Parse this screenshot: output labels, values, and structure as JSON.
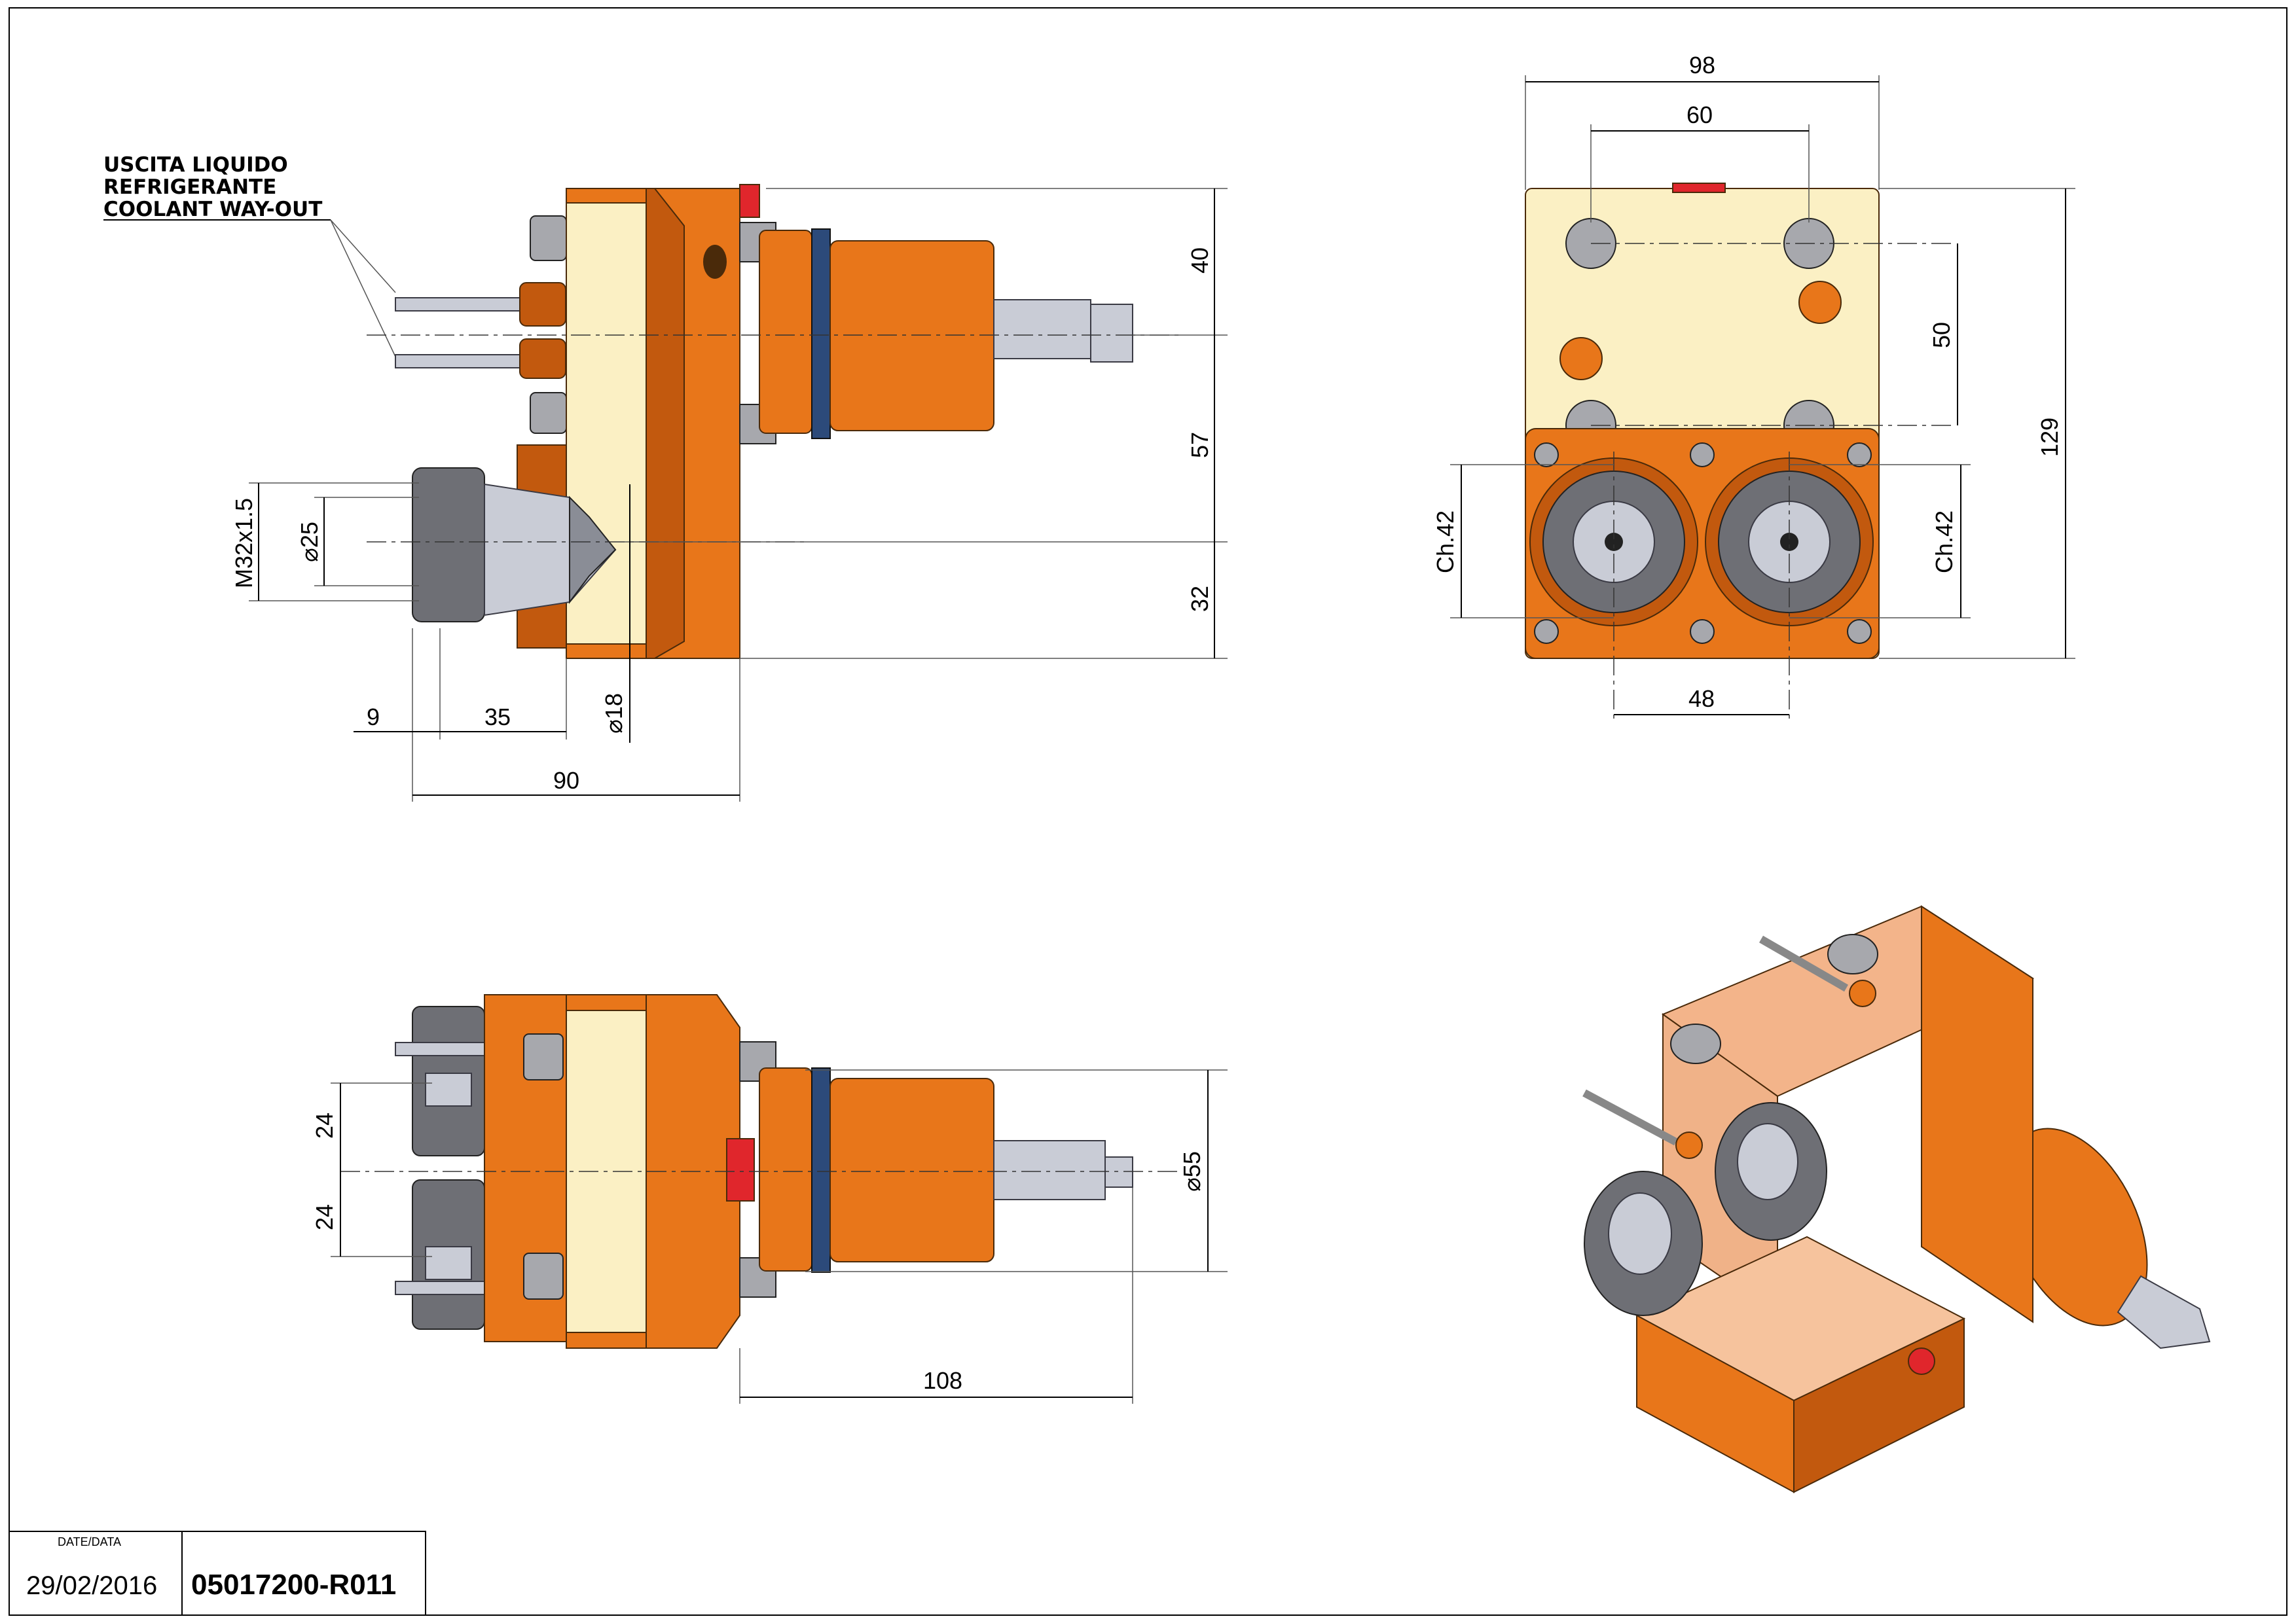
{
  "note": {
    "lines": [
      "USCITA LIQUIDO",
      "REFRIGERANTE",
      "COOLANT WAY-OUT"
    ]
  },
  "side_view": {
    "dims": {
      "h40": "40",
      "h57": "57",
      "h32": "32",
      "thread": "M32x1.5",
      "d25": "25",
      "d18": "18",
      "w9": "9",
      "w35": "35",
      "w90": "90"
    }
  },
  "front_view": {
    "dims": {
      "w98": "98",
      "w60": "60",
      "h50": "50",
      "h129": "129",
      "ch_left": "Ch.42",
      "ch_right": "Ch.42",
      "w48": "48"
    }
  },
  "top_view": {
    "dims": {
      "h24a": "24",
      "h24b": "24",
      "d55": "55",
      "w108": "108"
    }
  },
  "title_block": {
    "date_label": "DATE/DATA",
    "date": "29/02/2016",
    "code": "05017200-R011"
  },
  "colors": {
    "body_orange": "#e8761a",
    "face_cream": "#fbf0c4",
    "steel": "#c9ccd6",
    "coolant_plug": "#e0262c"
  }
}
